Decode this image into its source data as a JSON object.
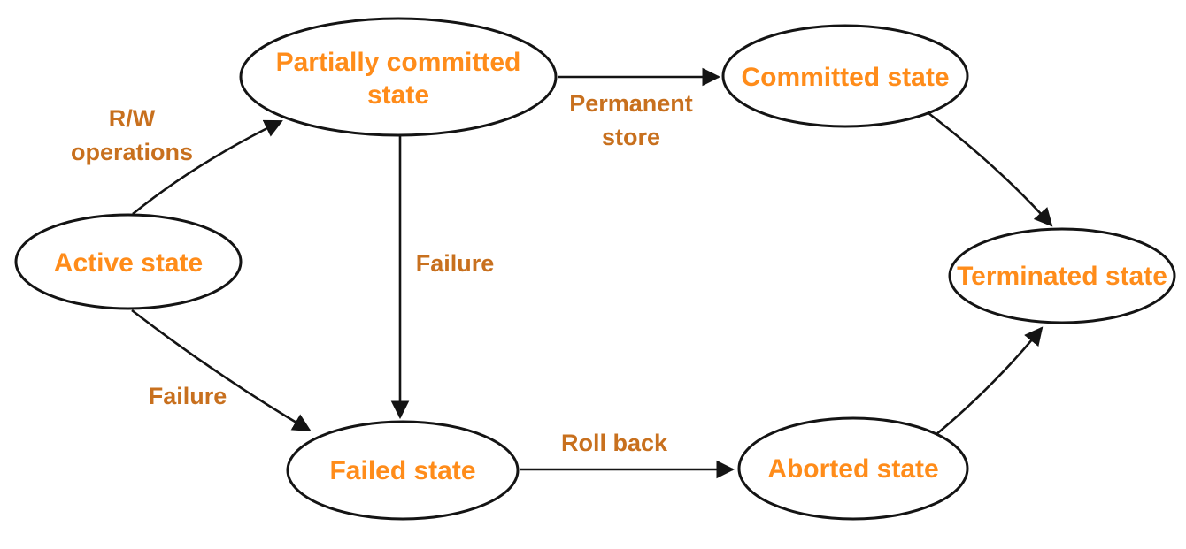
{
  "nodes": {
    "active": {
      "label": "Active state"
    },
    "partially_committed": {
      "lines": [
        "Partially committed",
        "state"
      ]
    },
    "committed": {
      "label": "Committed state"
    },
    "terminated": {
      "label": "Terminated state"
    },
    "failed": {
      "label": "Failed state"
    },
    "aborted": {
      "label": "Aborted state"
    }
  },
  "edges": {
    "rw_operations": {
      "lines": [
        "R/W",
        "operations"
      ]
    },
    "permanent_store": {
      "lines": [
        "Permanent",
        "store"
      ]
    },
    "failure_from_partially_committed": {
      "label": "Failure"
    },
    "failure_from_active": {
      "label": "Failure"
    },
    "roll_back": {
      "label": "Roll back"
    }
  },
  "colors": {
    "node_label": "#FF8C1A",
    "edge_label": "#C8701E",
    "line": "#141414",
    "node_fill": "#FFFFFF",
    "background": "#FFFFFF"
  }
}
